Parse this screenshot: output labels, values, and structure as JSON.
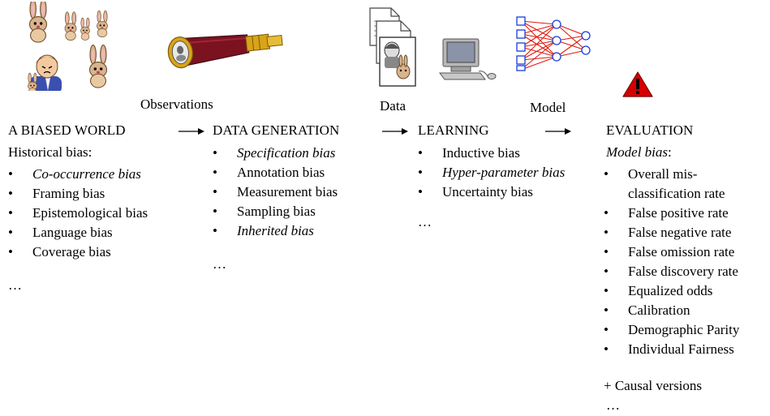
{
  "captions": {
    "observations": "Observations",
    "data": "Data",
    "model": "Model"
  },
  "stages": [
    {
      "heading": "A BIASED WORLD",
      "subheading": "Historical bias:",
      "items": [
        {
          "text": "Co-occurrence bias",
          "italic": true
        },
        {
          "text": "Framing bias",
          "italic": false
        },
        {
          "text": "Epistemological bias",
          "italic": false
        },
        {
          "text": "Language bias",
          "italic": false
        },
        {
          "text": "Coverage bias",
          "italic": false
        }
      ],
      "ellipsis": "…"
    },
    {
      "heading": "DATA GENERATION",
      "items": [
        {
          "text": "Specification bias",
          "italic": true
        },
        {
          "text": "Annotation bias",
          "italic": false
        },
        {
          "text": "Measurement bias",
          "italic": false
        },
        {
          "text": "Sampling bias",
          "italic": false
        },
        {
          "text": "Inherited bias",
          "italic": true
        }
      ],
      "ellipsis": "…"
    },
    {
      "heading": "LEARNING",
      "items": [
        {
          "text": "Inductive bias",
          "italic": false
        },
        {
          "text": "Hyper-parameter bias",
          "italic": true
        },
        {
          "text": "Uncertainty bias",
          "italic": false
        }
      ],
      "ellipsis": "…"
    },
    {
      "heading": "EVALUATION",
      "subheading": "Model bias",
      "subheading_suffix": ":",
      "items": [
        {
          "text": "Overall mis-",
          "italic": false
        },
        {
          "text": "classification rate",
          "italic": false,
          "continuation": true
        },
        {
          "text": "False positive rate",
          "italic": false
        },
        {
          "text": "False negative rate",
          "italic": false
        },
        {
          "text": "False omission rate",
          "italic": false
        },
        {
          "text": "False discovery rate",
          "italic": false
        },
        {
          "text": "Equalized odds",
          "italic": false
        },
        {
          "text": "Calibration",
          "italic": false
        },
        {
          "text": "Demographic Parity",
          "italic": false
        },
        {
          "text": "Individual Fairness",
          "italic": false
        }
      ],
      "extra": "+  Causal versions",
      "ellipsis": "…"
    }
  ],
  "bullet_glyph": "•",
  "icons": [
    "rabbit-icon",
    "person-icon",
    "telescope-icon",
    "document-icon",
    "computer-icon",
    "neural-network-icon",
    "warning-icon"
  ],
  "colors": {
    "telescope_body": "#7a1220",
    "telescope_gold": "#d8a418",
    "nn_node": "#1a3cd8",
    "nn_edge": "#e01a10",
    "warning": "#d40000"
  }
}
